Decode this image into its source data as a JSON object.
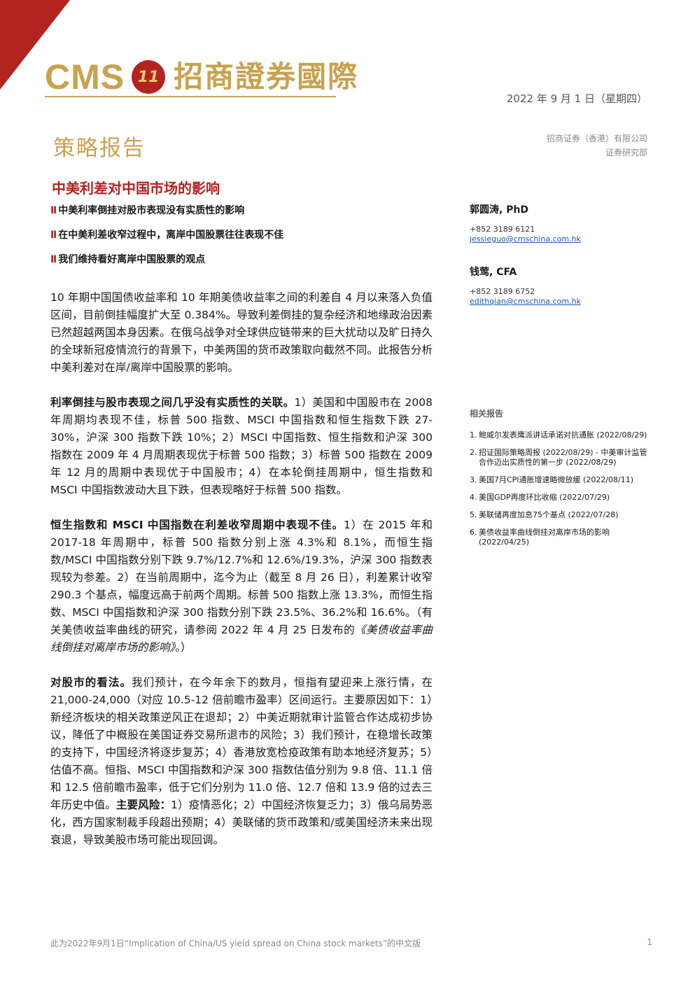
{
  "header": {
    "logo_en": "CMS",
    "logo_mark": "11",
    "logo_cn": "招商證券國際",
    "date": "2022 年 9 月 1 日（星期四）",
    "company_line1": "招商证券（香港）有限公司",
    "company_line2": "证券研究部"
  },
  "report_type": "策略报告",
  "title": "中美利差对中国市场的影响",
  "bullet_marker": "Ⅱ",
  "bullets": [
    "中美利率倒挂对股市表现没有实质性的影响",
    "在中美利差收窄过程中，离岸中国股票往往表现不佳",
    "我们维持看好离岸中国股票的观点"
  ],
  "analysts": [
    {
      "name": "郭圆涛, PhD",
      "phone": "+852 3189 6121",
      "email": "jessieguo@cmschina.com.hk"
    },
    {
      "name": "钱莺, CFA",
      "phone": "+852 3189 6752",
      "email": "edithqian@cmschina.com.hk"
    }
  ],
  "body": {
    "p1": "10 年期中国国债收益率和 10 年期美债收益率之间的利差自 4 月以来落入负值区间，目前倒挂幅度扩大至 0.384%。导致利差倒挂的复杂经济和地缘政治因素已然超越两国本身因素。在俄乌战争对全球供应链带来的巨大扰动以及旷日持久的全球新冠疫情流行的背景下，中美两国的货币政策取向截然不同。此报告分析中美利差对在岸/离岸中国股票的影响。",
    "p2_lead": "利率倒挂与股市表现之间几乎没有实质性的关联。",
    "p2_text": "1）美国和中国股市在 2008 年周期均表现不佳，标普 500 指数、MSCI 中国指数和恒生指数下跌 27-30%，沪深 300 指数下跌 10%；2）MSCI 中国指数、恒生指数和沪深 300 指数在 2009 年 4 月周期表现优于标普 500 指数；3）标普 500 指数在 2009 年 12 月的周期中表现优于中国股市；4）在本轮倒挂周期中，恒生指数和 MSCI 中国指数波动大且下跌，但表现略好于标普 500 指数。",
    "p3_lead": "恒生指数和 MSCI 中国指数在利差收窄周期中表现不佳。",
    "p3_text": "1）在 2015 年和 2017-18 年周期中，标普 500 指数分别上涨 4.3%和 8.1%，而恒生指数/MSCI 中国指数分别下跌 9.7%/12.7%和 12.6%/19.3%，沪深 300 指数表现较为参差。2）在当前周期中，迄今为止（截至 8 月 26 日），利差累计收窄 290.3 个基点，幅度远高于前两个周期。标普 500 指数上涨 13.3%，而恒生指数、MSCI 中国指数和沪深 300 指数分别下跌 23.5%、36.2%和 16.6%。（有关美债收益率曲线的研究，请参阅 2022 年 4 月 25 日发布的",
    "p3_italic": "《美债收益率曲线倒挂对离岸市场的影响》",
    "p3_end": "。）",
    "p4_lead": "对股市的看法。",
    "p4_text": "我们预计，在今年余下的数月，恒指有望迎来上涨行情，在 21,000-24,000（对应 10.5-12 倍前瞻市盈率）区间运行。主要原因如下：1）新经济板块的相关政策逆风正在退却；2）中美近期就审计监管合作达成初步协议，降低了中概股在美国证券交易所退市的风险；3）我们预计，在稳增长政策的支持下，中国经济将逐步复苏；4）香港放宽检疫政策有助本地经济复苏；5）估值不高。恒指、MSCI 中国指数和沪深 300 指数估值分别为 9.8 倍、11.1 倍和 12.5 倍前瞻市盈率，低于它们分别为 11.0 倍、12.7 倍和 13.9 倍的过去三年历史中值。",
    "p4_risk_lead": "主要风险：",
    "p4_risk_text": "1）疫情恶化；2）中国经济恢复乏力；3）俄乌局势恶化，西方国家制裁手段超出预期；4）美联储的货币政策和/或美国经济未来出现衰退，导致美股市场可能出现回调。"
  },
  "related": {
    "title": "相关报告",
    "items": [
      {
        "num": "1.",
        "text": "鲍威尔发表鹰派讲话承诺对抗通胀 (2022/08/29)"
      },
      {
        "num": "2.",
        "text": "招证国际策略周报 (2022/08/29) - 中美审计监管合作迈出实质性的第一步 (2022/08/29)"
      },
      {
        "num": "3.",
        "text": "美国7月CPI通胀增速略微放缓 (2022/08/11)"
      },
      {
        "num": "4.",
        "text": "美国GDP再度环比收缩 (2022/07/29)"
      },
      {
        "num": "5.",
        "text": "美联储再度加息75个基点 (2022/07/28)"
      },
      {
        "num": "6.",
        "text": "美债收益率曲线倒挂对离岸市场的影响 (2022/04/25)"
      }
    ]
  },
  "footer": {
    "text": "此为2022年9月1日“Implication of China/US yield spread on China stock markets”的中文版",
    "page": "1"
  }
}
